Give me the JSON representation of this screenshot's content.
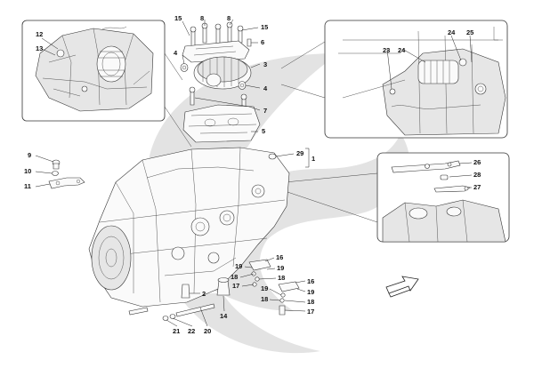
{
  "diagram": {
    "labels": {
      "n1": "1",
      "n2": "2",
      "n3": "3",
      "n4a": "4",
      "n4b": "4",
      "n5": "5",
      "n6": "6",
      "n7": "7",
      "n8a": "8",
      "n8b": "8",
      "n9": "9",
      "n10": "10",
      "n11": "11",
      "n12": "12",
      "n13": "13",
      "n14": "14",
      "n15a": "15",
      "n15b": "15",
      "n16a": "16",
      "n16b": "16",
      "n17a": "17",
      "n17b": "17",
      "n18a": "18",
      "n18b": "18",
      "n18c": "18",
      "n19a": "19",
      "n19b": "19",
      "n19c": "19",
      "n19d": "19",
      "n20": "20",
      "n21": "21",
      "n22": "22",
      "n23": "23",
      "n24a": "24",
      "n24b": "24",
      "n25": "25",
      "n26": "26",
      "n27": "27",
      "n28": "28",
      "n29": "29"
    },
    "colors": {
      "watermark": "#e3e3e3",
      "ink": "#222222",
      "paper": "#ffffff"
    },
    "icons": {
      "direction": "arrow-direction-icon",
      "watermark": "logo-watermark-icon"
    }
  }
}
